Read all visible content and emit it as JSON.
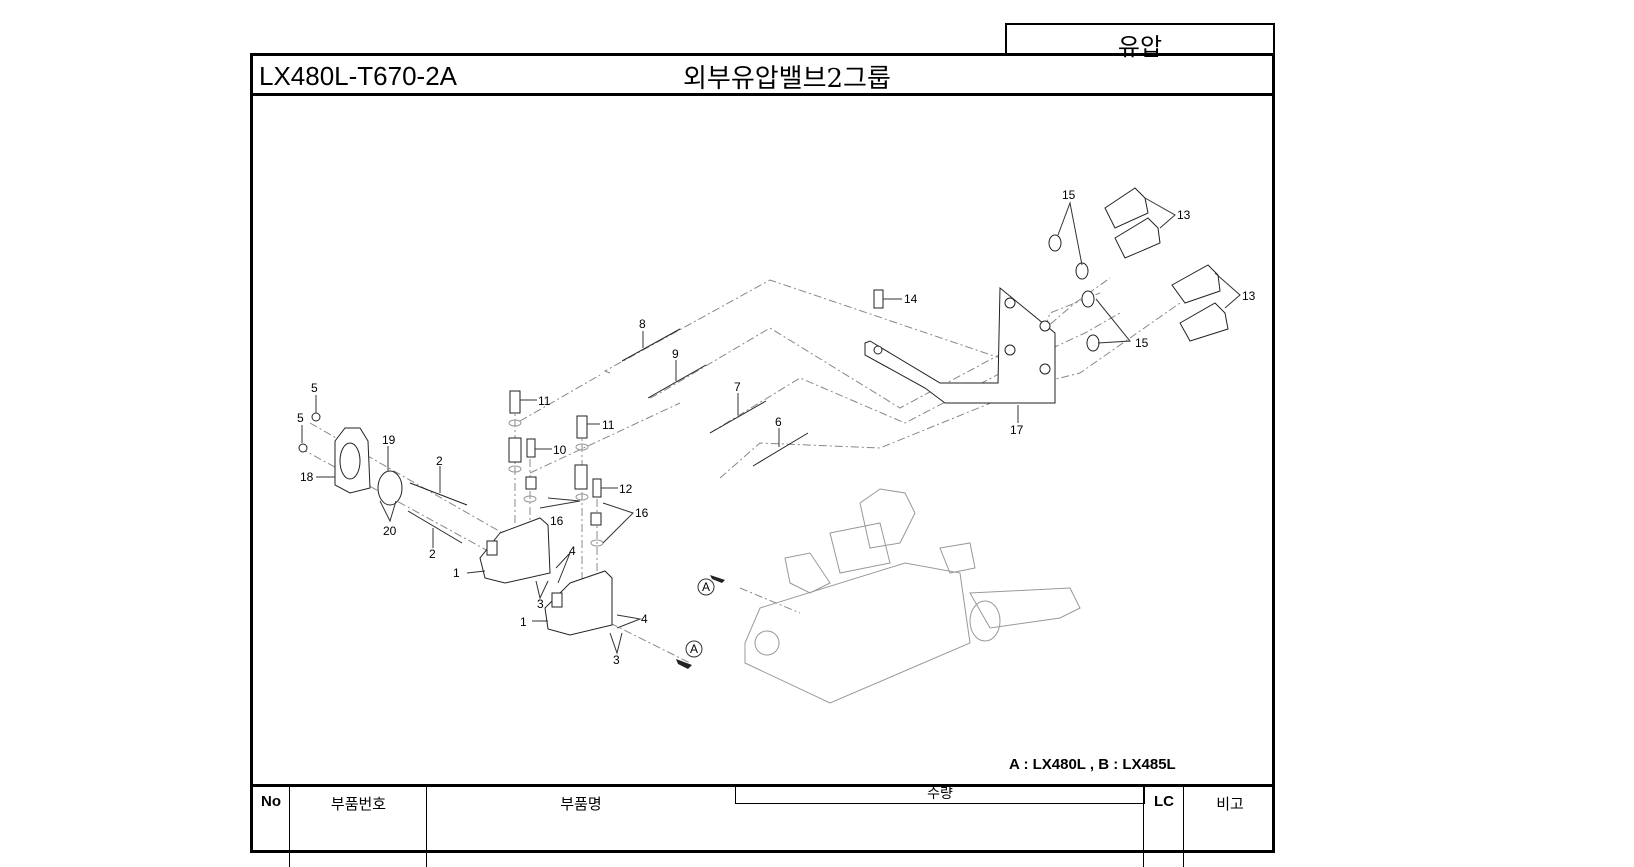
{
  "category_tab": "유압",
  "header": {
    "model_code": "LX480L-T670-2A",
    "group_name": "외부유압밸브2그룹"
  },
  "diagram": {
    "callouts": [
      {
        "id": "1",
        "label": "1"
      },
      {
        "id": "1b",
        "label": "1"
      },
      {
        "id": "2",
        "label": "2"
      },
      {
        "id": "2b",
        "label": "2"
      },
      {
        "id": "3",
        "label": "3"
      },
      {
        "id": "3b",
        "label": "3"
      },
      {
        "id": "4",
        "label": "4"
      },
      {
        "id": "4b",
        "label": "4"
      },
      {
        "id": "5",
        "label": "5"
      },
      {
        "id": "5b",
        "label": "5"
      },
      {
        "id": "6",
        "label": "6"
      },
      {
        "id": "7",
        "label": "7"
      },
      {
        "id": "8",
        "label": "8"
      },
      {
        "id": "9",
        "label": "9"
      },
      {
        "id": "10",
        "label": "10"
      },
      {
        "id": "11",
        "label": "11"
      },
      {
        "id": "11b",
        "label": "11"
      },
      {
        "id": "12",
        "label": "12"
      },
      {
        "id": "13",
        "label": "13"
      },
      {
        "id": "13b",
        "label": "13"
      },
      {
        "id": "14",
        "label": "14"
      },
      {
        "id": "15",
        "label": "15"
      },
      {
        "id": "15b",
        "label": "15"
      },
      {
        "id": "16",
        "label": "16"
      },
      {
        "id": "16b",
        "label": "16"
      },
      {
        "id": "17",
        "label": "17"
      },
      {
        "id": "18",
        "label": "18"
      },
      {
        "id": "19",
        "label": "19"
      },
      {
        "id": "20",
        "label": "20"
      }
    ],
    "ref_markers": [
      "A",
      "A"
    ],
    "legend": "A : LX480L , B : LX485L"
  },
  "parts_table": {
    "columns": [
      "No",
      "부품번호",
      "부품명",
      "수량",
      "LC",
      "비고"
    ]
  }
}
